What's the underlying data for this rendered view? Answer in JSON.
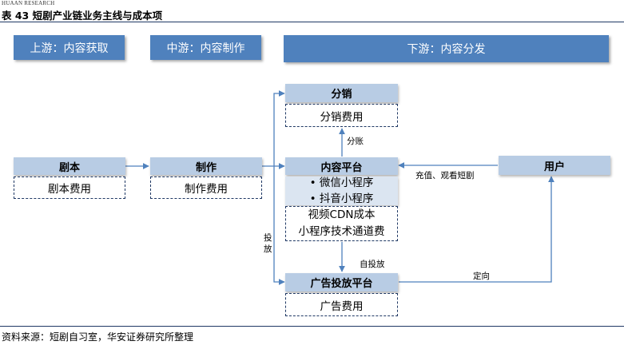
{
  "header": {
    "brand": "HUAAN RESEARCH",
    "title": "表 43 短剧产业链业务主线与成本项"
  },
  "stages": {
    "upstream": "上游：内容获取",
    "midstream": "中游：内容制作",
    "downstream": "下游：内容分发"
  },
  "nodes": {
    "script": {
      "title": "剧本",
      "cost": "剧本费用"
    },
    "production": {
      "title": "制作",
      "cost": "制作费用"
    },
    "distribution": {
      "title": "分销",
      "cost": "分销费用"
    },
    "content_platform": {
      "title": "内容平台",
      "channels": [
        "• 微信小程序",
        "• 抖音小程序"
      ],
      "costs": [
        "视频CDN成本",
        "小程序技术通道费"
      ]
    },
    "ad_platform": {
      "title": "广告投放平台",
      "cost": "广告费用"
    },
    "user": {
      "title": "用户"
    }
  },
  "edge_labels": {
    "revenue_share": "分账",
    "user_payment": "充值、观看短剧",
    "ad_placement": "投\n放",
    "self_placement": "自投放",
    "targeting": "定向"
  },
  "colors": {
    "stage_fill": "#4f81bd",
    "header_fill": "#b8cce4",
    "dash_border": "#1f3864",
    "arrow": "#4f81bd"
  },
  "footer": {
    "source": "资料来源：短剧自习室，华安证券研究所整理"
  }
}
